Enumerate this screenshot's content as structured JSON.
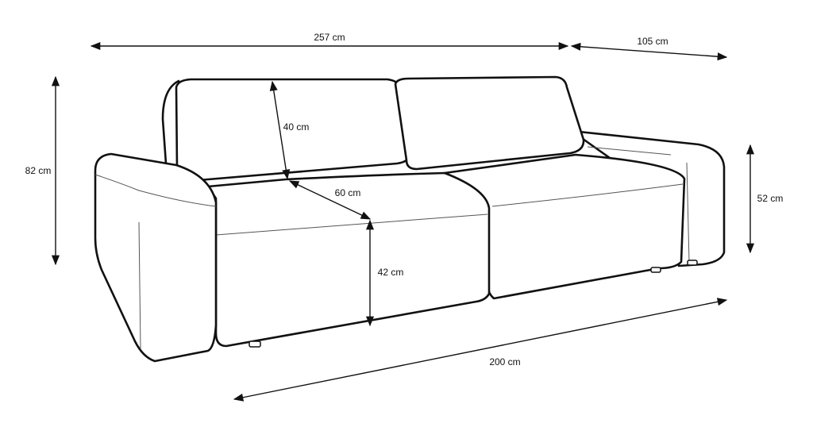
{
  "dimensions": {
    "total_width": "257 cm",
    "depth": "105 cm",
    "total_height": "82 cm",
    "backrest_height": "40 cm",
    "seat_depth": "60 cm",
    "seat_height": "42 cm",
    "armrest_height": "52 cm",
    "sleeping_width": "200 cm"
  }
}
